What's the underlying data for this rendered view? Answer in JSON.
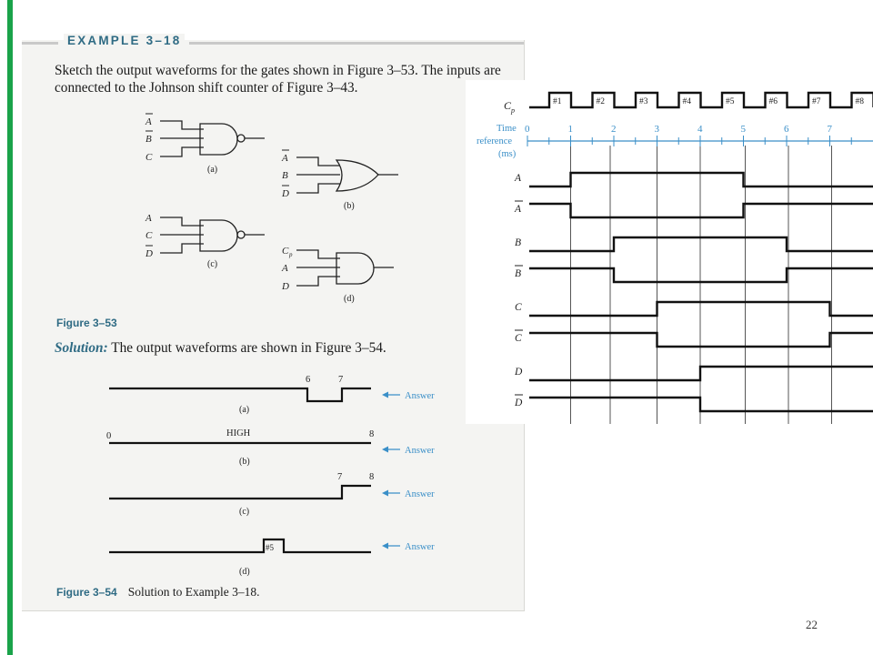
{
  "example": {
    "title": "EXAMPLE 3–18",
    "problem": "Sketch the output waveforms for the gates shown in Figure 3–53. The inputs are connected to the Johnson shift counter of Figure 3–43."
  },
  "figure53": {
    "label": "Figure 3–53",
    "gates": [
      {
        "caption": "(a)",
        "type": "NAND",
        "inputs": [
          "A",
          "B",
          "C"
        ],
        "inverted": [
          true,
          true,
          false
        ]
      },
      {
        "caption": "(b)",
        "type": "OR",
        "inputs": [
          "A",
          "B",
          "D"
        ],
        "inverted": [
          true,
          false,
          true
        ]
      },
      {
        "caption": "(c)",
        "type": "NAND",
        "inputs": [
          "A",
          "C",
          "D"
        ],
        "inverted": [
          false,
          false,
          true
        ]
      },
      {
        "caption": "(d)",
        "type": "AND",
        "inputs": [
          "C",
          "A",
          "D"
        ],
        "cp_subscript": "p",
        "inverted": [
          false,
          false,
          false
        ]
      }
    ]
  },
  "solution": {
    "label": "Solution:",
    "text": "The output waveforms are shown in Figure 3–54."
  },
  "figure54": {
    "label": "Figure 3–54",
    "caption": "Solution to Example 3–18.",
    "answer_label": "Answer",
    "waveforms": [
      {
        "caption": "(a)",
        "marks": [
          "6",
          "7"
        ],
        "note": ""
      },
      {
        "caption": "(b)",
        "marks": [
          "0",
          "8"
        ],
        "note": "HIGH"
      },
      {
        "caption": "(c)",
        "marks": [
          "7",
          "8"
        ],
        "note": ""
      },
      {
        "caption": "(d)",
        "marks": [],
        "note": "#5"
      }
    ]
  },
  "timing": {
    "clock_label": "C",
    "clock_subscript": "p",
    "pulses": [
      "#1",
      "#2",
      "#3",
      "#4",
      "#5",
      "#6",
      "#7",
      "#8"
    ],
    "time_label_lines": [
      "Time",
      "reference",
      "(ms)"
    ],
    "ticks": [
      "0",
      "1",
      "2",
      "3",
      "4",
      "5",
      "6",
      "7"
    ],
    "signals": [
      {
        "name": "A",
        "bar": false,
        "levels": [
          0,
          1,
          1,
          1,
          1,
          0,
          0,
          0
        ]
      },
      {
        "name": "A",
        "bar": true,
        "levels": [
          1,
          0,
          0,
          0,
          0,
          1,
          1,
          1
        ]
      },
      {
        "name": "B",
        "bar": false,
        "levels": [
          0,
          0,
          1,
          1,
          1,
          1,
          0,
          0
        ]
      },
      {
        "name": "B",
        "bar": true,
        "levels": [
          1,
          1,
          0,
          0,
          0,
          0,
          1,
          1
        ]
      },
      {
        "name": "C",
        "bar": false,
        "levels": [
          0,
          0,
          0,
          1,
          1,
          1,
          1,
          0
        ]
      },
      {
        "name": "C",
        "bar": true,
        "levels": [
          1,
          1,
          1,
          0,
          0,
          0,
          0,
          1
        ]
      },
      {
        "name": "D",
        "bar": false,
        "levels": [
          0,
          0,
          0,
          0,
          1,
          1,
          1,
          1
        ]
      },
      {
        "name": "D",
        "bar": true,
        "levels": [
          1,
          1,
          1,
          1,
          0,
          0,
          0,
          0
        ]
      }
    ],
    "accent_color": "#3a8fc8"
  },
  "page_number": "22"
}
